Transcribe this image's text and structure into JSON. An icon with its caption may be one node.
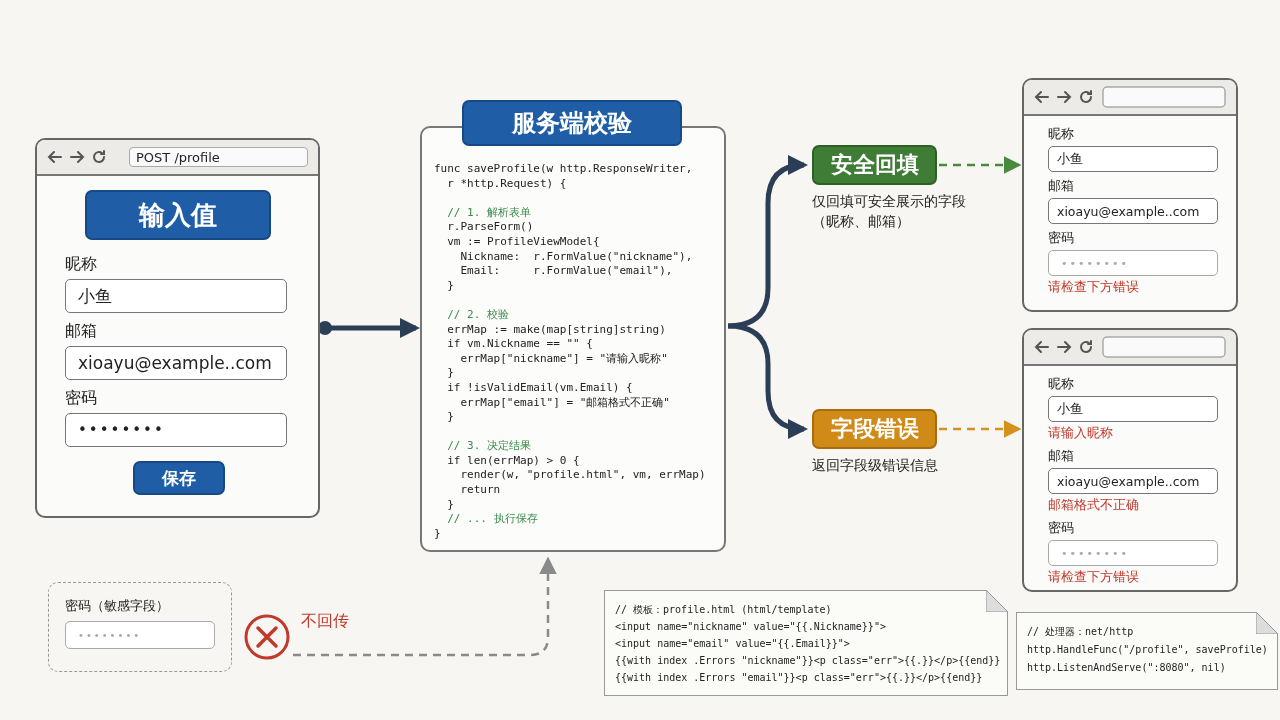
{
  "diagram": {
    "nodes": [
      {
        "text": [
          "POST /profile",
          "输入值",
          "昵称",
          "小鱼",
          "邮箱",
          "xioayu@example..com",
          "密码",
          "••••••••",
          "保存"
        ]
      },
      {
        "text": [
          "服务端校验",
          "func saveProfile(w http.ResponseWriter,",
          "  r *http.Request) {",
          "  // 1. 解析表单",
          "  r.ParseForm()",
          "  vm := ProfileViewModel{",
          "    Nickname:  r.FormValue(\"nickname\"),",
          "    Email:     r.FormValue(\"email\"),",
          "  }",
          "  // 2. 校验",
          "  errMap := make(map[string]string)",
          "  if vm.Nickname == \"\" {",
          "    errMap[\"nickname\"] = \"请输入昵称\"",
          "  }",
          "  if !isValidEmail(vm.Email) {",
          "    errMap[\"email\"] = \"邮箱格式不正确\"",
          "  }",
          "  // 3. 决定结果",
          "  if len(errMap) > 0 {",
          "    render(w, \"profile.html\", vm, errMap)",
          "    return",
          "  }",
          "  // ... 执行保存",
          "}"
        ]
      },
      {
        "text": [
          "安全回填"
        ],
        "beside": [
          "仅回填可安全展示的字段（昵称、邮箱）"
        ]
      },
      {
        "text": [
          "字段错误"
        ],
        "beside": [
          "返回字段级错误信息"
        ]
      },
      {
        "text": [
          "昵称",
          "小鱼",
          "邮箱",
          "xioayu@example..com",
          "密码",
          "••••••••",
          "请检查下方错误"
        ]
      },
      {
        "text": [
          "昵称",
          "小鱼",
          "请输入昵称",
          "邮箱",
          "xioayu@example..com",
          "邮箱格式不正确",
          "密码",
          "••••••••",
          "请检查下方错误"
        ]
      },
      {
        "text": [
          "密码（敏感字段）",
          "••••••••"
        ]
      },
      {
        "text": [],
        "shape": "circle"
      },
      {
        "text": [
          "// 模板：profile.html (html/template)",
          "<input name=\"nickname\" value=\"{{.Nickname}}\">",
          "<input name=\"email\" value=\"{{.Email}}\">",
          "{{with index .Errors \"nickname\"}}<p class=\"err\">{{.}}</p>{{end}}",
          "{{with index .Errors \"email\"}}<p class=\"err\">{{.}}</p>{{end}}"
        ]
      },
      {
        "text": [
          "// 处理器：net/http",
          "http.HandleFunc(\"/profile\", saveProfile)",
          "http.ListenAndServe(\":8080\", nil)"
        ]
      }
    ],
    "edges": [
      {
        "from": 0,
        "to": 1,
        "arrow": "to",
        "style": "thick"
      },
      {
        "from": 1,
        "to": 2,
        "arrow": "to",
        "style": "thick"
      },
      {
        "from": 1,
        "to": 3,
        "arrow": "to",
        "style": "thick"
      },
      {
        "from": 2,
        "to": 4,
        "arrow": "to",
        "style": "dashed",
        "color": "#4a8a3c"
      },
      {
        "from": 3,
        "to": 5,
        "arrow": "to",
        "style": "dashed",
        "color": "#d4911c"
      },
      {
        "from": 7,
        "to": 1,
        "arrow": "to",
        "label": "不回传",
        "style": "dashed",
        "color": "#8a8a8a"
      }
    ]
  }
}
